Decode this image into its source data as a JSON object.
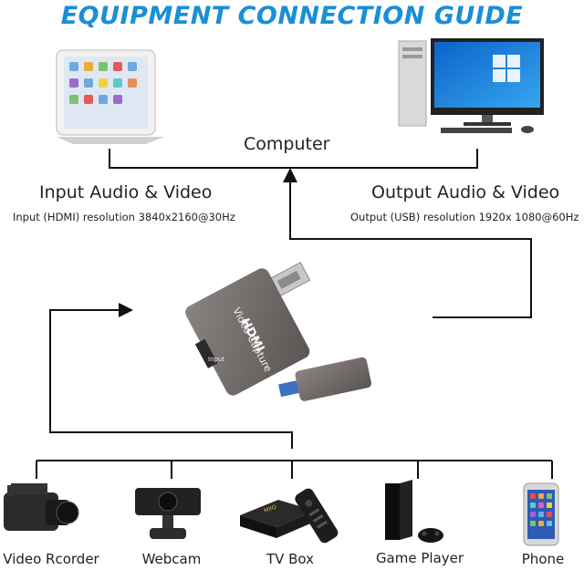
{
  "title": "EQUIPMENT CONNECTION GUIDE",
  "colors": {
    "title": "#1a8fd6",
    "line": "#111111",
    "device_body": "#6e6766"
  },
  "computer_label": "Computer",
  "input": {
    "heading": "Input Audio & Video",
    "detail": "Input (HDMI) resolution 3840x2160@30Hz"
  },
  "output": {
    "heading": "Output Audio & Video",
    "detail": "Output (USB) resolution 1920x 1080@60Hz"
  },
  "capture_device": {
    "brand": "HDMI",
    "name": "Video Capture",
    "port_label": "Input"
  },
  "sources": [
    {
      "label": "Video Rcorder",
      "icon": "camcorder-icon"
    },
    {
      "label": "Webcam",
      "icon": "webcam-icon"
    },
    {
      "label": "TV Box",
      "icon": "tv-box-icon"
    },
    {
      "label": "Game Player",
      "icon": "game-console-icon"
    },
    {
      "label": "Phone",
      "icon": "smartphone-icon"
    }
  ],
  "computers": [
    {
      "icon": "tablet-icon"
    },
    {
      "icon": "desktop-computer-icon"
    }
  ]
}
